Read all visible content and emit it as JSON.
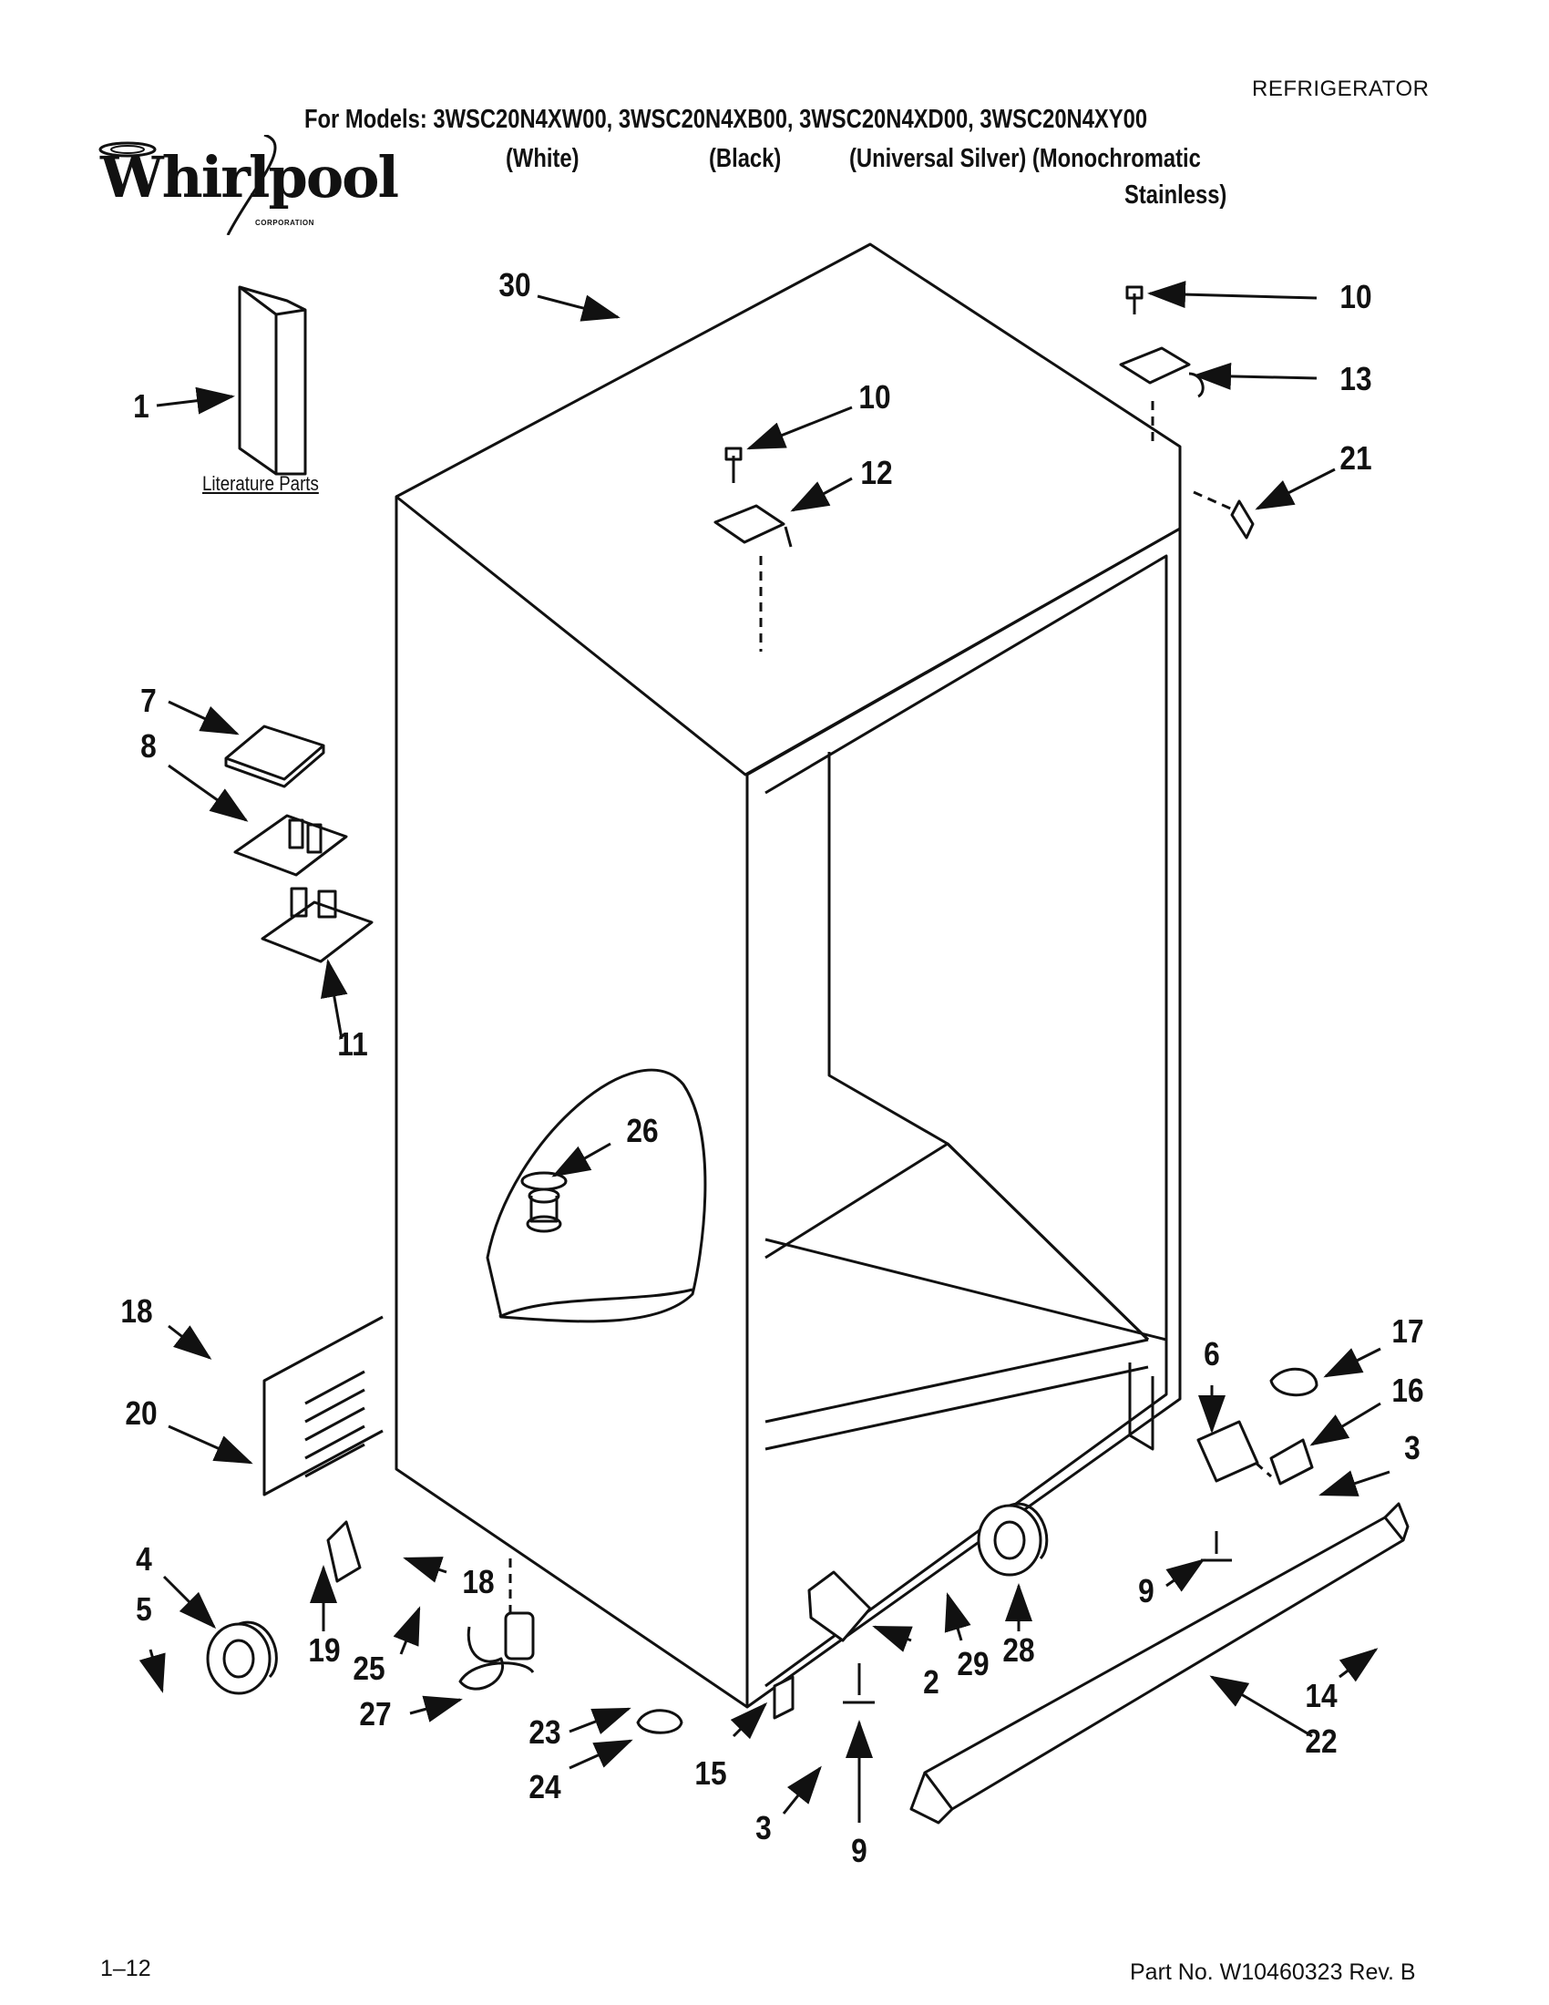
{
  "header": {
    "category": "REFRIGERATOR",
    "models_line": "For Models: 3WSC20N4XW00, 3WSC20N4XB00, 3WSC20N4XD00, 3WSC20N4XY00",
    "color_white": "(White)",
    "color_black": "(Black)",
    "color_silver_mono": "(Universal Silver) (Monochromatic",
    "color_mono_cont": "Stainless)"
  },
  "logo": {
    "brand": "Whirlpool",
    "sub": "CORPORATION"
  },
  "literature_label": "Literature Parts",
  "callouts": [
    {
      "id": "c30",
      "text": "30"
    },
    {
      "id": "c1",
      "text": "1"
    },
    {
      "id": "c10a",
      "text": "10"
    },
    {
      "id": "c12",
      "text": "12"
    },
    {
      "id": "c10b",
      "text": "10"
    },
    {
      "id": "c13",
      "text": "13"
    },
    {
      "id": "c21",
      "text": "21"
    },
    {
      "id": "c7",
      "text": "7"
    },
    {
      "id": "c8",
      "text": "8"
    },
    {
      "id": "c11",
      "text": "11"
    },
    {
      "id": "c26",
      "text": "26"
    },
    {
      "id": "c18a",
      "text": "18"
    },
    {
      "id": "c20",
      "text": "20"
    },
    {
      "id": "c4",
      "text": "4"
    },
    {
      "id": "c5",
      "text": "5"
    },
    {
      "id": "c19",
      "text": "19"
    },
    {
      "id": "c18b",
      "text": "18"
    },
    {
      "id": "c25",
      "text": "25"
    },
    {
      "id": "c27",
      "text": "27"
    },
    {
      "id": "c23",
      "text": "23"
    },
    {
      "id": "c24",
      "text": "24"
    },
    {
      "id": "c15",
      "text": "15"
    },
    {
      "id": "c3a",
      "text": "3"
    },
    {
      "id": "c9a",
      "text": "9"
    },
    {
      "id": "c2",
      "text": "2"
    },
    {
      "id": "c29",
      "text": "29"
    },
    {
      "id": "c28",
      "text": "28"
    },
    {
      "id": "c9b",
      "text": "9"
    },
    {
      "id": "c6",
      "text": "6"
    },
    {
      "id": "c17",
      "text": "17"
    },
    {
      "id": "c16",
      "text": "16"
    },
    {
      "id": "c3b",
      "text": "3"
    },
    {
      "id": "c14",
      "text": "14"
    },
    {
      "id": "c22",
      "text": "22"
    }
  ],
  "footer": {
    "page_number": "1–12",
    "part_number": "Part No. W10460323 Rev. B"
  }
}
